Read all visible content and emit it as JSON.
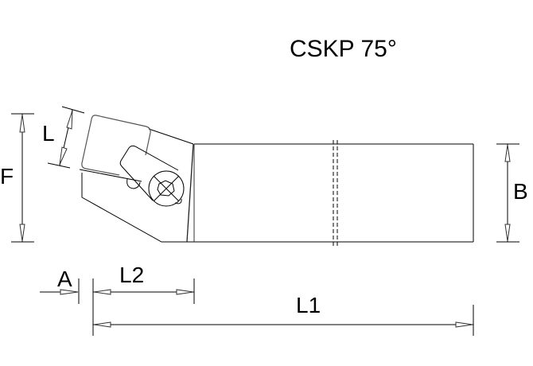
{
  "title": "CSKP 75°",
  "dimensions": {
    "F": "F",
    "L": "L",
    "B": "B",
    "A": "A",
    "L2": "L2",
    "L1": "L1"
  },
  "colors": {
    "line": "#000000",
    "background": "#ffffff"
  }
}
